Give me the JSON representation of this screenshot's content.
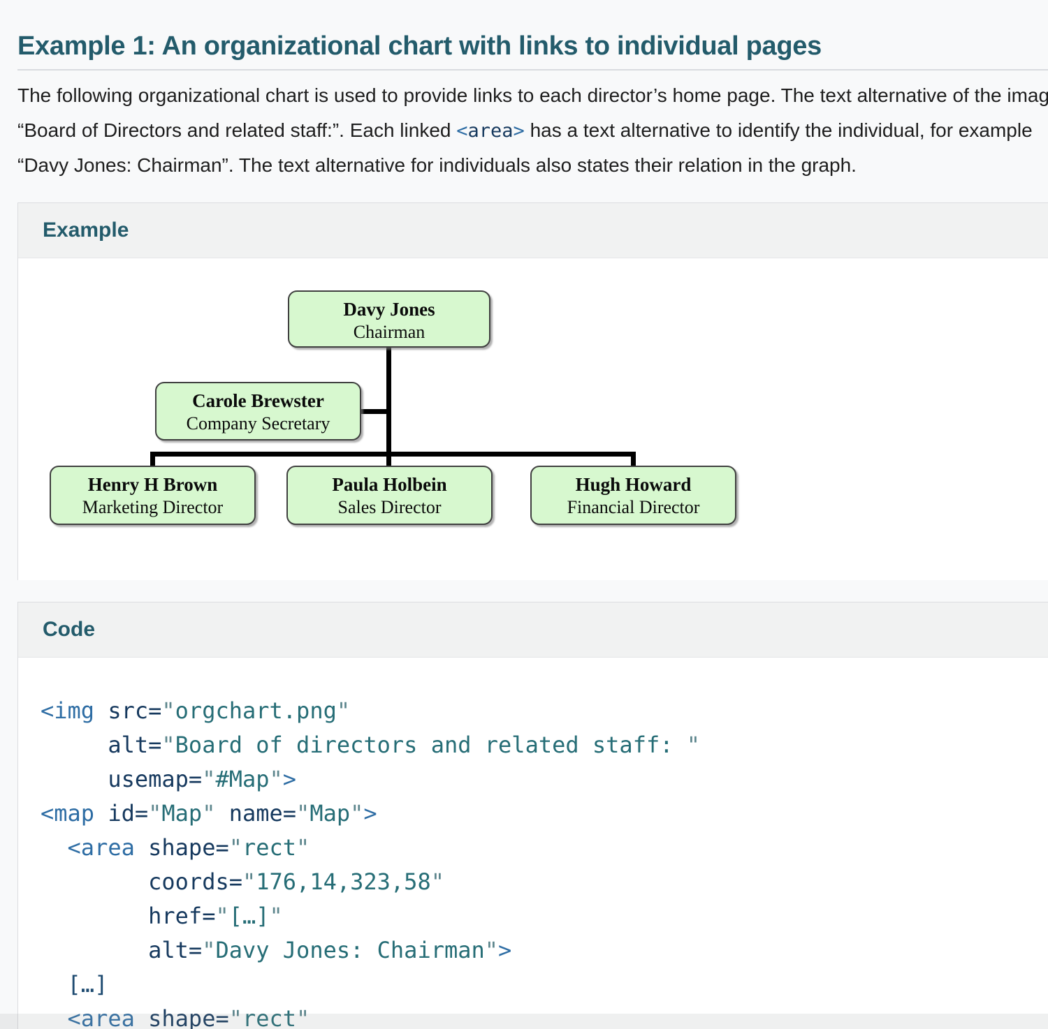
{
  "page_title": "Example 1: An organizational chart with links to individual pages",
  "intro": {
    "line1": "The following organizational chart is used to provide links to each director’s home page. The text alternative of the image is",
    "line2": [
      [
        "text",
        "“Board of Directors and related staff:”. Each linked "
      ],
      [
        "tag",
        "<"
      ],
      [
        "attr",
        "area"
      ],
      [
        "tag",
        ">"
      ],
      [
        "text",
        " has a text alternative to identify the individual, for example"
      ]
    ],
    "line3": "“Davy Jones: Chairman”. The text alternative for individuals also states their relation in the graph."
  },
  "example_panel": {
    "header": "Example"
  },
  "org_chart": {
    "nodes": [
      {
        "name": "Davy Jones",
        "title": "Chairman"
      },
      {
        "name": "Carole Brewster",
        "title": "Company Secretary"
      },
      {
        "name": "Henry H Brown",
        "title": "Marketing Director"
      },
      {
        "name": "Paula Holbein",
        "title": "Sales Director"
      },
      {
        "name": "Hugh Howard",
        "title": "Financial Director"
      }
    ],
    "colors": {
      "box_fill": "#d7f8cf",
      "box_border": "#3f3f3f",
      "line_color": "#000000"
    }
  },
  "code_panel": {
    "header": "Code",
    "lines": [
      [
        [
          "tag",
          "<img"
        ],
        [
          "attr",
          " src="
        ],
        [
          "q",
          "\""
        ],
        [
          "str",
          "orgchart.png"
        ],
        [
          "q",
          "\""
        ]
      ],
      [
        [
          "attr",
          "     alt="
        ],
        [
          "q",
          "\""
        ],
        [
          "str",
          "Board of directors and related staff: "
        ],
        [
          "q",
          "\""
        ]
      ],
      [
        [
          "attr",
          "     usemap="
        ],
        [
          "q",
          "\""
        ],
        [
          "str",
          "#Map"
        ],
        [
          "q",
          "\""
        ],
        [
          "tag",
          ">"
        ]
      ],
      [
        [
          "tag",
          "<map"
        ],
        [
          "attr",
          " id="
        ],
        [
          "q",
          "\""
        ],
        [
          "str",
          "Map"
        ],
        [
          "q",
          "\""
        ],
        [
          "attr",
          " name="
        ],
        [
          "q",
          "\""
        ],
        [
          "str",
          "Map"
        ],
        [
          "q",
          "\""
        ],
        [
          "tag",
          ">"
        ]
      ],
      [
        [
          "plain",
          "  "
        ],
        [
          "tag",
          "<area"
        ],
        [
          "attr",
          " shape="
        ],
        [
          "q",
          "\""
        ],
        [
          "str",
          "rect"
        ],
        [
          "q",
          "\""
        ]
      ],
      [
        [
          "attr",
          "        coords="
        ],
        [
          "q",
          "\""
        ],
        [
          "str",
          "176,14,323,58"
        ],
        [
          "q",
          "\""
        ]
      ],
      [
        [
          "attr",
          "        href="
        ],
        [
          "q",
          "\""
        ],
        [
          "str",
          "[…]"
        ],
        [
          "q",
          "\""
        ]
      ],
      [
        [
          "attr",
          "        alt="
        ],
        [
          "q",
          "\""
        ],
        [
          "str",
          "Davy Jones: Chairman"
        ],
        [
          "q",
          "\""
        ],
        [
          "tag",
          ">"
        ]
      ],
      [
        [
          "plain",
          "  […]"
        ]
      ],
      [
        [
          "plain",
          "  "
        ],
        [
          "tag",
          "<area"
        ],
        [
          "attr",
          " shape="
        ],
        [
          "q",
          "\""
        ],
        [
          "str",
          "rect"
        ],
        [
          "q",
          "\""
        ]
      ]
    ]
  },
  "colors": {
    "page_bg": "#f8f9fa",
    "heading": "#235b6b",
    "body_text": "#1d1d1d",
    "panel_header_bg": "#f1f2f2",
    "panel_border": "#dcdde0",
    "tok_tag": "#2e6da4",
    "tok_attr": "#16395e",
    "tok_str": "#266d76",
    "tok_quote": "#5d868d",
    "tok_plain": "#1d4a70"
  }
}
